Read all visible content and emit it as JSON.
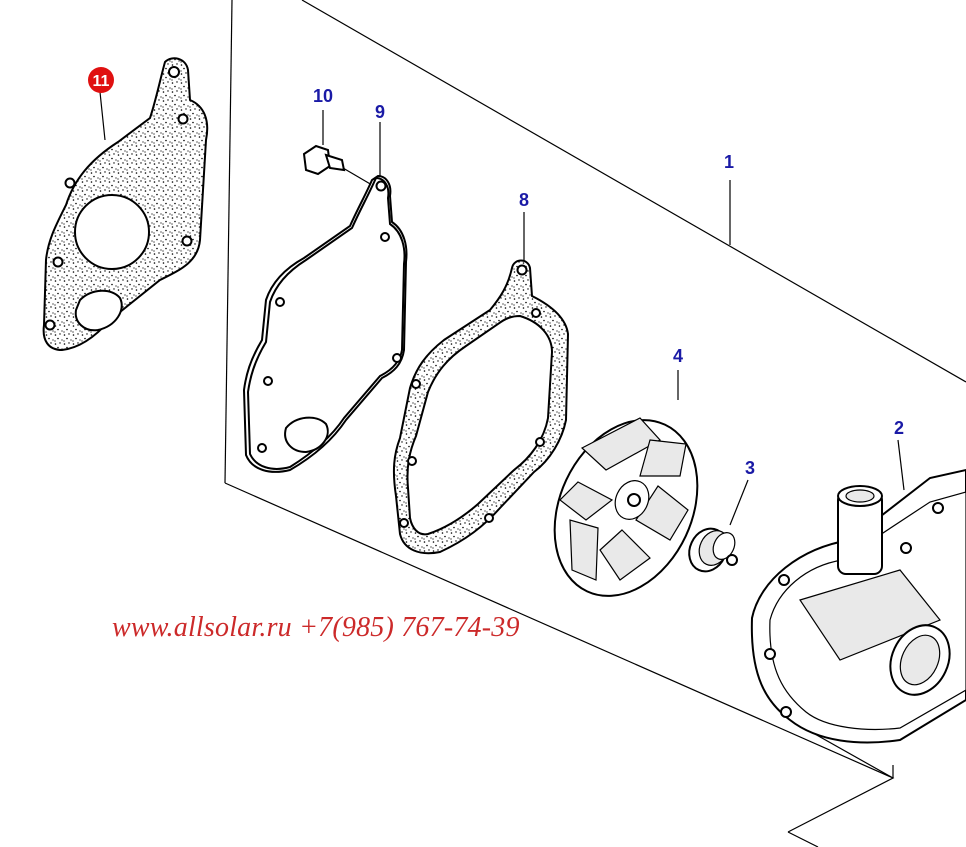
{
  "callouts": {
    "c1": "1",
    "c2": "2",
    "c3": "3",
    "c4": "4",
    "c8": "8",
    "c9": "9",
    "c10": "10",
    "c11": "11"
  },
  "watermark": "www.allsolar.ru +7(985) 767-74-39",
  "colors": {
    "callout_blue": "#1a1aa6",
    "highlight_red": "#e01010",
    "watermark_red": "#cc2a2a"
  }
}
